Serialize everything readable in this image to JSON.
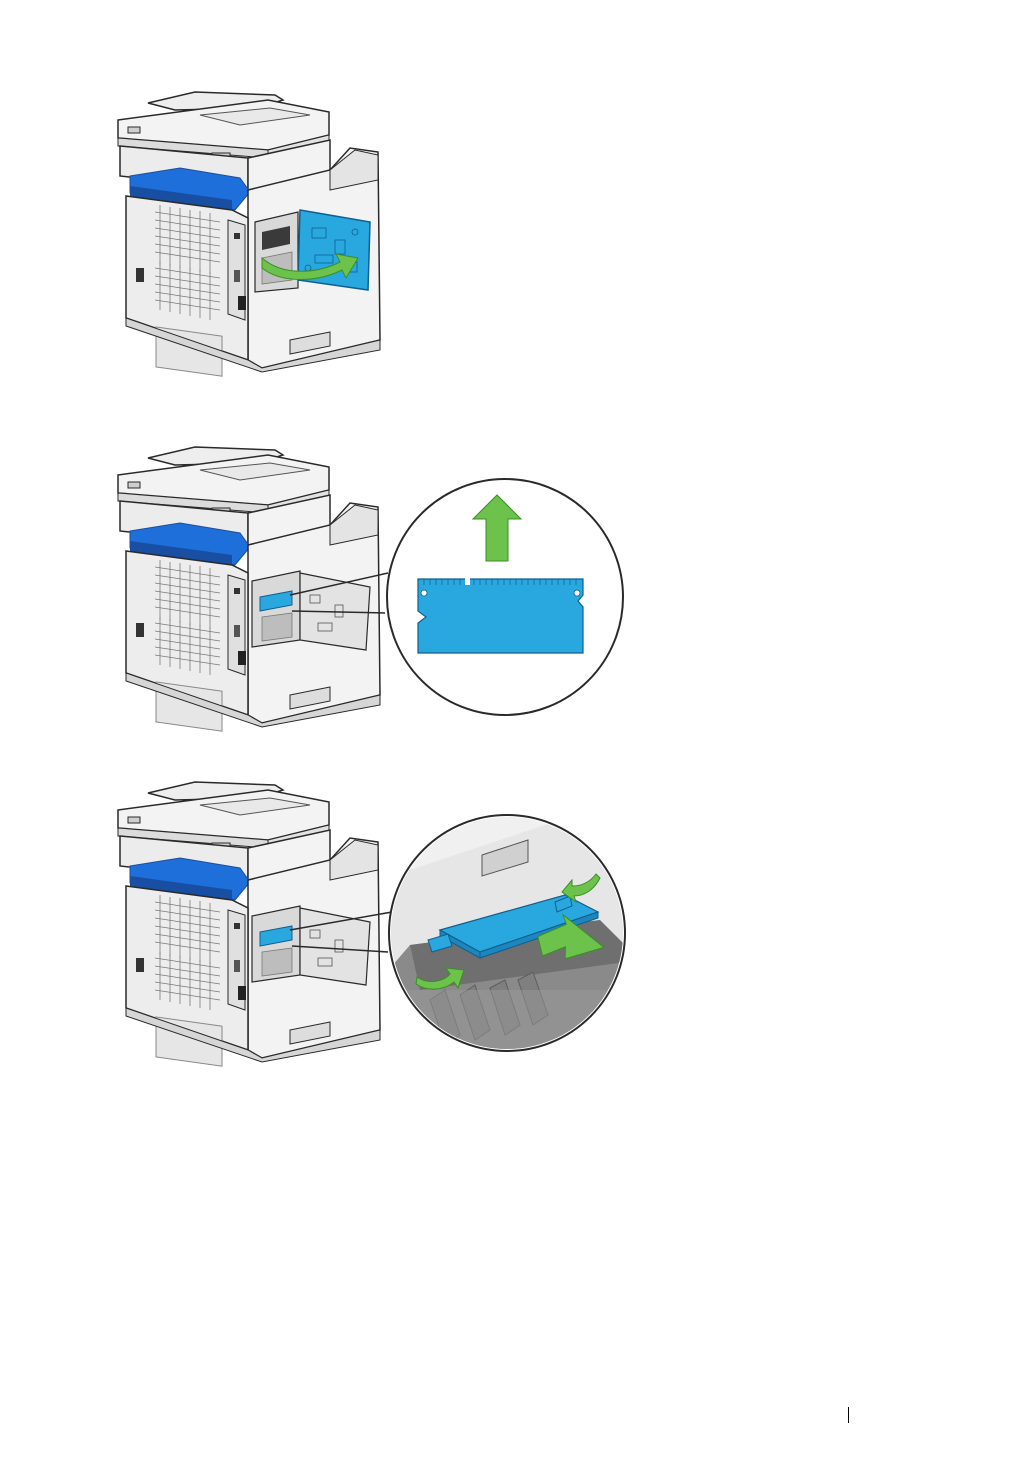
{
  "colors": {
    "body_white": "#f3f3f3",
    "body_light": "#e4e4e4",
    "body_shadow": "#c9c9c9",
    "outline": "#2a2a2a",
    "accent_blue": "#1e6fd9",
    "dark_blue": "#184fa3",
    "memory_blue": "#29a8e0",
    "arrow_green": "#6cc24a",
    "callout_bg": "#ffffff"
  },
  "figures": [
    {
      "name": "open-control-board-cover",
      "icons": [
        "printer-rear",
        "swing-open-arrow"
      ]
    },
    {
      "name": "remove-memory-module",
      "icons": [
        "printer-rear",
        "magnifier-callout",
        "memory-module",
        "lift-up-arrow"
      ]
    },
    {
      "name": "insert-memory-module",
      "icons": [
        "printer-rear",
        "magnifier-callout",
        "memory-module",
        "clip-arrows",
        "push-arrow"
      ]
    }
  ]
}
